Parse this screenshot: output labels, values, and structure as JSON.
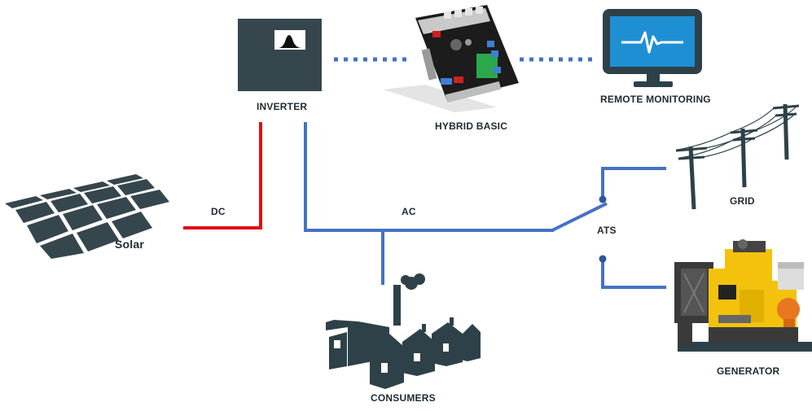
{
  "labels": {
    "inverter": "INVERTER",
    "hybrid": "HYBRID BASIC",
    "remote": "REMOTE MONITORING",
    "solar": "Solar",
    "dc": "DC",
    "ac": "AC",
    "ats": "ATS",
    "grid": "GRID",
    "generator": "GENERATOR",
    "consumers": "CONSUMERS"
  },
  "colors": {
    "dc_line": "#e01010",
    "ac_line": "#4472c4",
    "icon_dark": "#2e4148",
    "panel_dark": "#36464d",
    "monitor_screen": "#1f8fd4",
    "generator_yellow": "#f4c20d"
  }
}
